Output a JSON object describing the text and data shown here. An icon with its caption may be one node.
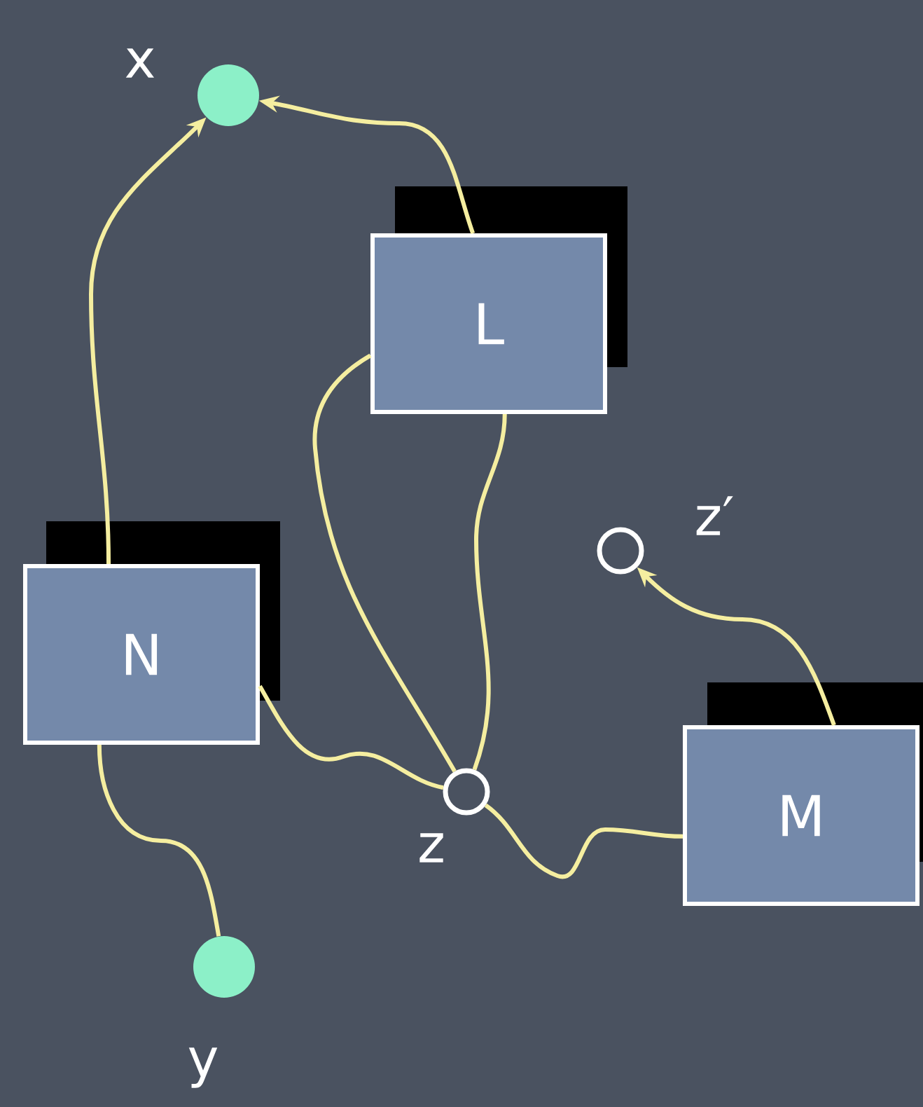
{
  "diagram": {
    "nodes": [
      {
        "text": [],
        "shape": "dot",
        "beside": [
          "x"
        ]
      },
      {
        "text": [
          "L"
        ]
      },
      {
        "text": [],
        "shape": "circle",
        "beside": [
          "z′"
        ]
      },
      {
        "text": [
          "N"
        ]
      },
      {
        "text": [],
        "shape": "circle",
        "beside": [
          "z"
        ]
      },
      {
        "text": [
          "M"
        ]
      },
      {
        "text": [],
        "shape": "dot",
        "beside": [
          "y"
        ]
      }
    ],
    "edges": [
      {
        "from": 3,
        "to": 0,
        "arrow": "to"
      },
      {
        "from": 1,
        "to": 0,
        "arrow": "to"
      },
      {
        "from": 1,
        "to": 4,
        "arrow": "none"
      },
      {
        "from": 1,
        "to": 4,
        "arrow": "none"
      },
      {
        "from": 3,
        "to": 4,
        "arrow": "none"
      },
      {
        "from": 5,
        "to": 4,
        "arrow": "none"
      },
      {
        "from": 5,
        "to": 2,
        "arrow": "to"
      },
      {
        "from": 3,
        "to": 6,
        "arrow": "none"
      }
    ]
  }
}
